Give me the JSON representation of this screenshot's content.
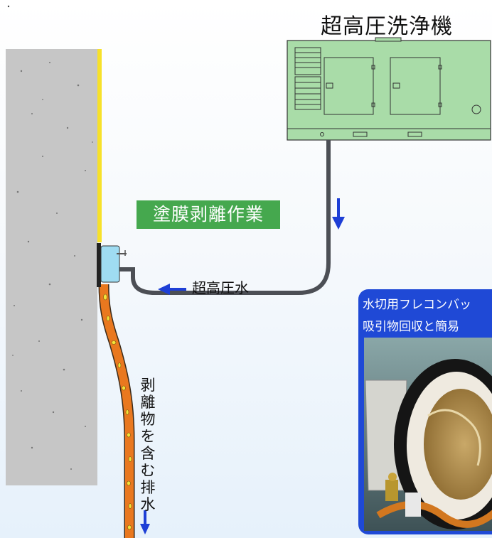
{
  "labels": {
    "washer": "超高圧洗浄機",
    "task": "塗膜剥離作業",
    "water": "超高圧水",
    "drain": "剥離物を含む排水"
  },
  "photo_panel": {
    "title_line1": "水切用フレコンバッ",
    "title_line2": "吸引物回収と簡易"
  },
  "colors": {
    "wall": "#c6c6c6",
    "coating": "#f7e12a",
    "washer_body": "#a9dca8",
    "task_box": "#45a84e",
    "hose": "#4c4f55",
    "drain_flow": "#e9781f",
    "arrow": "#1e3fd6",
    "nozzle": "#9fdcf2",
    "panel": "#1f49d6"
  },
  "icons": [
    "down-arrow-icon",
    "left-arrow-icon"
  ]
}
